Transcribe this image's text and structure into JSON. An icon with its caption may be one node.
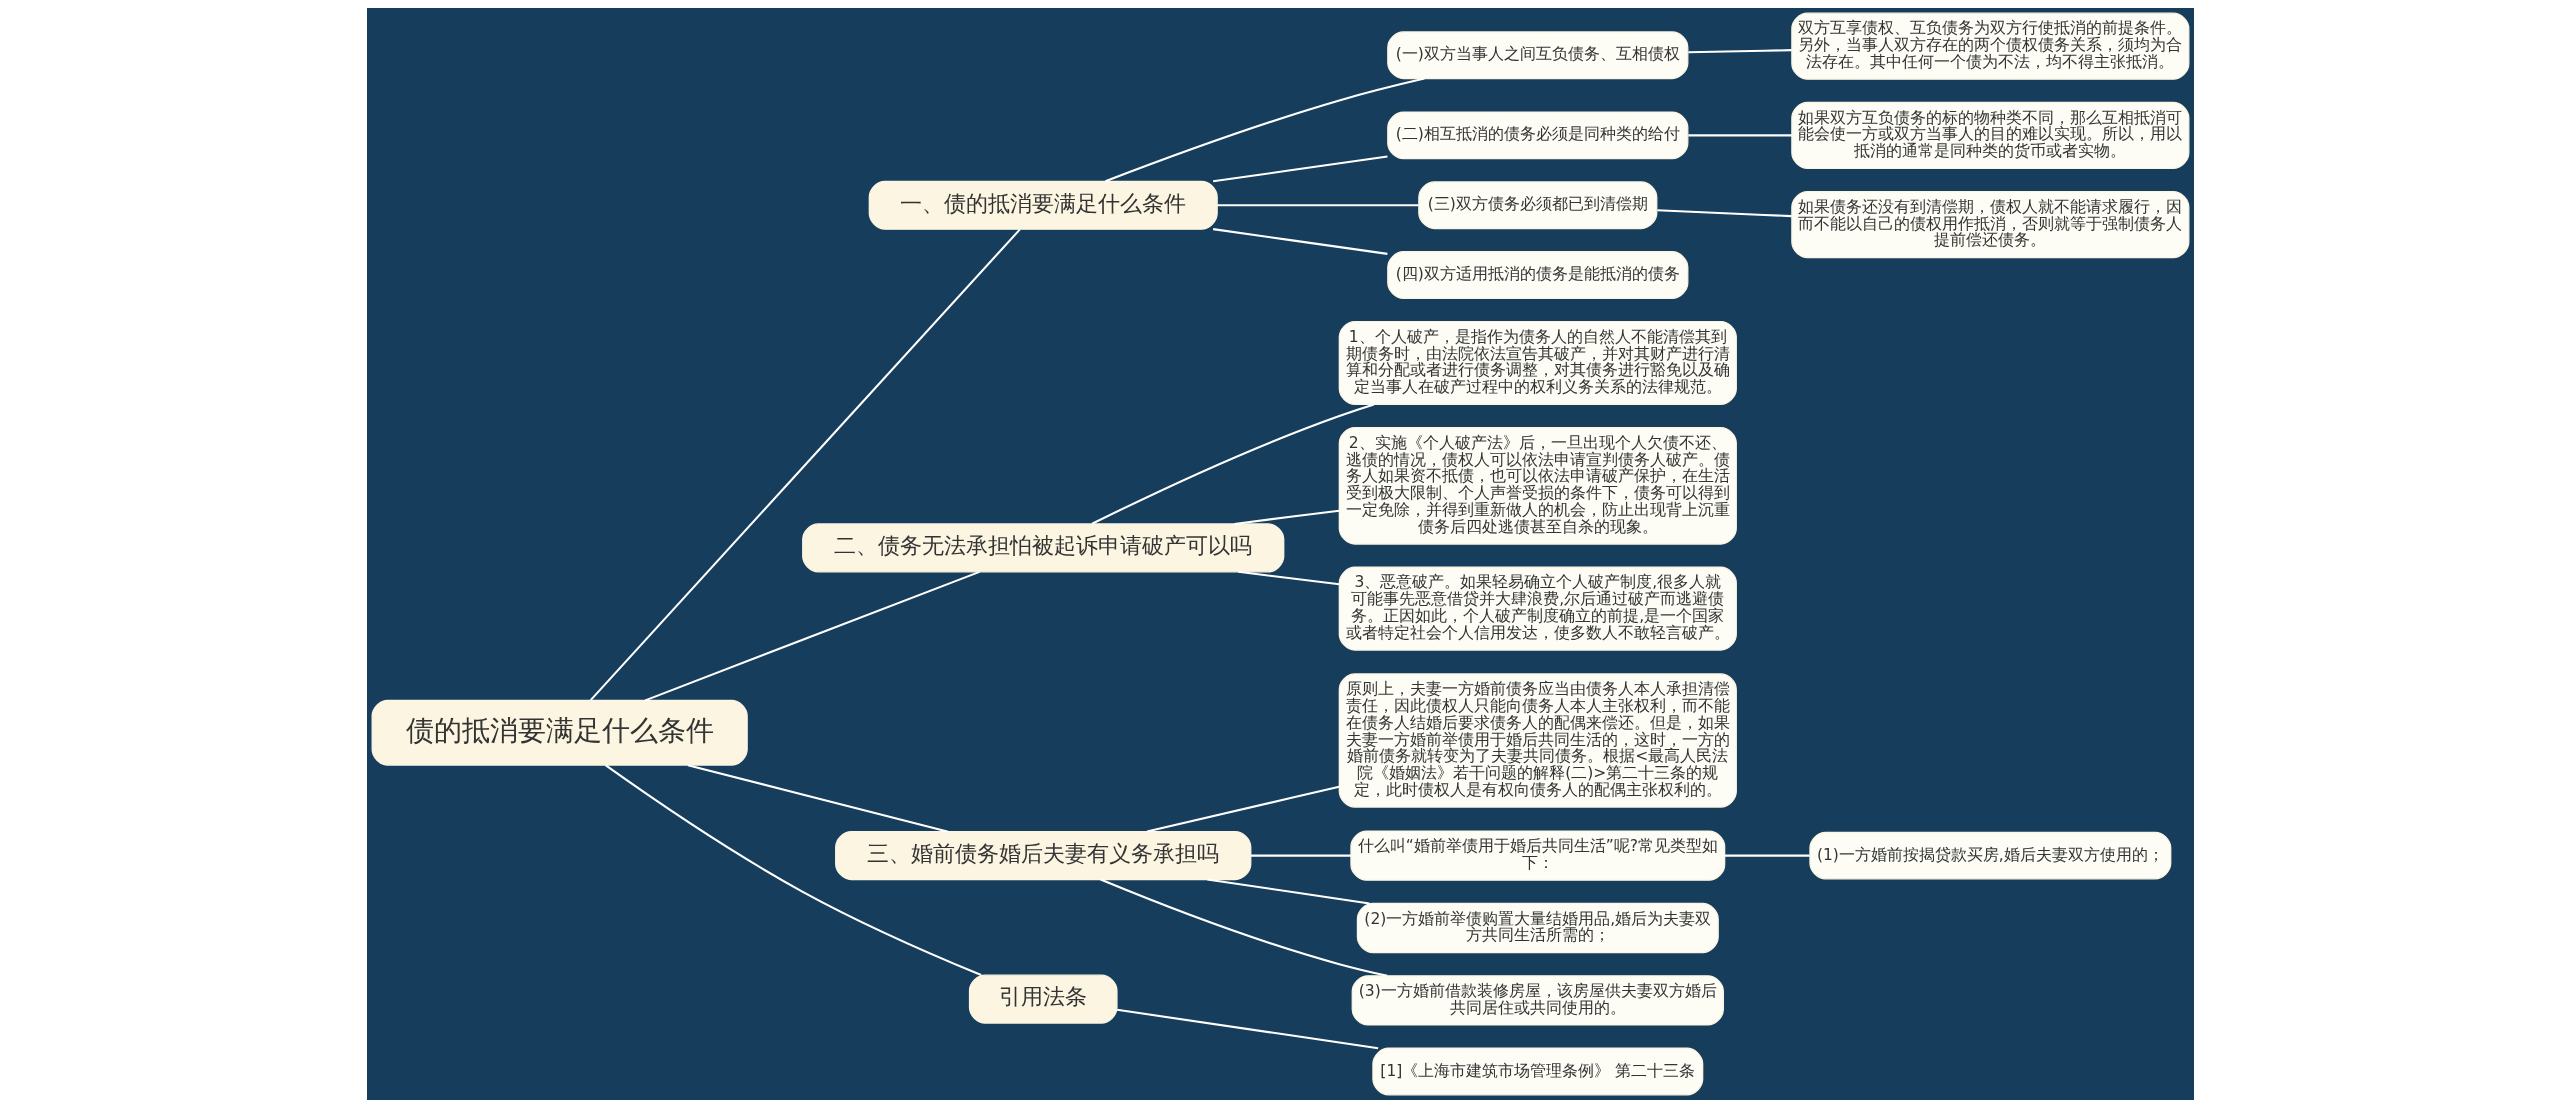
{
  "diagram": {
    "nodes": [
      {
        "text": [
          "债的抵消要满足什么条件"
        ]
      },
      {
        "text": [
          "一、债的抵消要满足什么条件"
        ]
      },
      {
        "text": [
          "(一)双方当事人之间互负债务、互相债权"
        ]
      },
      {
        "text": [
          "双方互享债权、互负债务为双方行使抵消的前提条件。另外，当事人双方存在的两个债权债务关系，须均为合法存在。其中任何一个债为不法，均不得主张抵消。"
        ]
      },
      {
        "text": [
          "(二)相互抵消的债务必须是同种类的给付"
        ]
      },
      {
        "text": [
          "如果双方互负债务的标的物种类不同，那么互相抵消可能会使一方或双方当事人的目的难以实现。所以，用以抵消的通常是同种类的货币或者实物。"
        ]
      },
      {
        "text": [
          "(三)双方债务必须都已到清偿期"
        ]
      },
      {
        "text": [
          "如果债务还没有到清偿期，债权人就不能请求履行，因而不能以自己的债权用作抵消，否则就等于强制债务人提前偿还债务。"
        ]
      },
      {
        "text": [
          "(四)双方适用抵消的债务是能抵消的债务"
        ]
      },
      {
        "text": [
          "二、债务无法承担怕被起诉申请破产可以吗"
        ]
      },
      {
        "text": [
          "1、个人破产，是指作为债务人的自然人不能清偿其到期债务时，由法院依法宣告其破产，并对其财产进行清算和分配或者进行债务调整，对其债务进行豁免以及确定当事人在破产过程中的权利义务关系的法律规范。"
        ]
      },
      {
        "text": [
          "2、实施《个人破产法》后，一旦出现个人欠债不还、逃债的情况，债权人可以依法申请宣判债务人破产。债务人如果资不抵债，也可以依法申请破产保护，在生活受到极大限制、个人声誉受损的条件下，债务可以得到一定免除，并得到重新做人的机会，防止出现背上沉重债务后四处逃债甚至自杀的现象。"
        ]
      },
      {
        "text": [
          "3、恶意破产。如果轻易确立个人破产制度,很多人就可能事先恶意借贷并大肆浪费,尔后通过破产而逃避债务。正因如此，个人破产制度确立的前提,是一个国家或者特定社会个人信用发达，使多数人不敢轻言破产。"
        ]
      },
      {
        "text": [
          "三、婚前债务婚后夫妻有义务承担吗"
        ]
      },
      {
        "text": [
          "原则上，夫妻一方婚前债务应当由债务人本人承担清偿责任，因此债权人只能向债务人本人主张权利，而不能在债务人结婚后要求债务人的配偶来偿还。但是，如果夫妻一方婚前举债用于婚后共同生活的，这时，一方的婚前债务就转变为了夫妻共同债务。根据<最高人民法院《婚姻法》若干问题的解释(二)>第二十三条的规定，此时债权人是有权向债务人的配偶主张权利的。"
        ]
      },
      {
        "text": [
          "什么叫“婚前举债用于婚后共同生活”呢?常见类型如下："
        ]
      },
      {
        "text": [
          "(1)一方婚前按揭贷款买房,婚后夫妻双方使用的；"
        ]
      },
      {
        "text": [
          "(2)一方婚前举债购置大量结婚用品,婚后为夫妻双方共同生活所需的；"
        ]
      },
      {
        "text": [
          "(3)一方婚前借款装修房屋，该房屋供夫妻双方婚后共同居住或共同使用的。"
        ]
      },
      {
        "text": [
          "引用法条"
        ]
      },
      {
        "text": [
          "[1]《上海市建筑市场管理条例》 第二十三条"
        ]
      }
    ],
    "edges": [
      {
        "from": 0,
        "to": 1,
        "arrow": "none"
      },
      {
        "from": 1,
        "to": 2,
        "arrow": "none"
      },
      {
        "from": 2,
        "to": 3,
        "arrow": "none"
      },
      {
        "from": 1,
        "to": 4,
        "arrow": "none"
      },
      {
        "from": 4,
        "to": 5,
        "arrow": "none"
      },
      {
        "from": 1,
        "to": 6,
        "arrow": "none"
      },
      {
        "from": 6,
        "to": 7,
        "arrow": "none"
      },
      {
        "from": 1,
        "to": 8,
        "arrow": "none"
      },
      {
        "from": 0,
        "to": 9,
        "arrow": "none"
      },
      {
        "from": 9,
        "to": 10,
        "arrow": "none"
      },
      {
        "from": 9,
        "to": 11,
        "arrow": "none"
      },
      {
        "from": 9,
        "to": 12,
        "arrow": "none"
      },
      {
        "from": 0,
        "to": 13,
        "arrow": "none"
      },
      {
        "from": 13,
        "to": 14,
        "arrow": "none"
      },
      {
        "from": 13,
        "to": 15,
        "arrow": "none"
      },
      {
        "from": 15,
        "to": 16,
        "arrow": "none"
      },
      {
        "from": 13,
        "to": 17,
        "arrow": "none"
      },
      {
        "from": 13,
        "to": 18,
        "arrow": "none"
      },
      {
        "from": 0,
        "to": 19,
        "arrow": "none"
      },
      {
        "from": 19,
        "to": 20,
        "arrow": "none"
      }
    ]
  }
}
